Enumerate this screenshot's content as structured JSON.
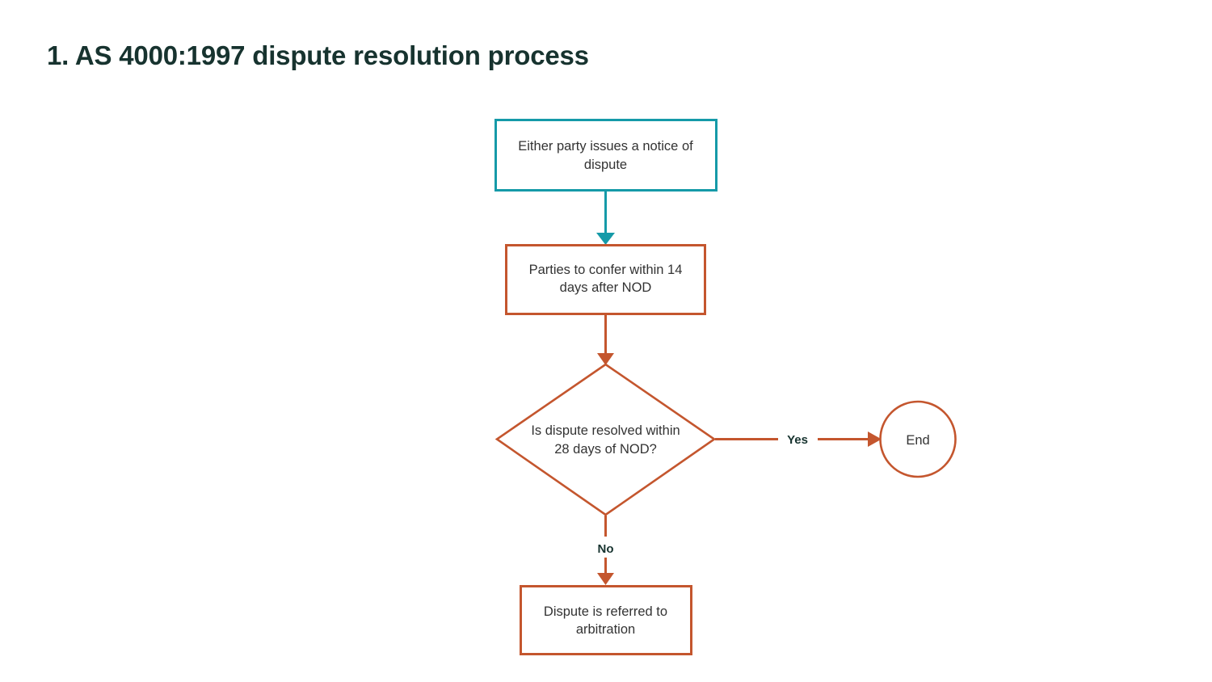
{
  "slide": {
    "title": "1. AS 4000:1997 dispute resolution process",
    "background_color": "#ffffff",
    "title_color": "#17332f"
  },
  "palette": {
    "teal": "#159aa8",
    "orange": "#c4562e",
    "node_text": "#333333",
    "label_text": "#17332f"
  },
  "diagram": {
    "type": "flowchart",
    "orientation": "top-to-bottom",
    "nodes": [
      {
        "id": "start",
        "shape": "rectangle",
        "line1": "Either party issues a notice of",
        "line2": "dispute",
        "border_color": "#159aa8"
      },
      {
        "id": "confer",
        "shape": "rectangle",
        "line1": "Parties to confer within 14",
        "line2": "days after NOD",
        "border_color": "#c4562e"
      },
      {
        "id": "decision",
        "shape": "diamond",
        "line1": "Is dispute resolved within",
        "line2": "28 days of NOD?",
        "border_color": "#c4562e"
      },
      {
        "id": "end",
        "shape": "circle",
        "line1": "End",
        "border_color": "#c4562e"
      },
      {
        "id": "arbitration",
        "shape": "rectangle",
        "line1": "Dispute is referred to",
        "line2": "arbitration",
        "border_color": "#c4562e"
      }
    ],
    "edges": [
      {
        "id": "start-to-confer",
        "from": "start",
        "to": "confer",
        "label": "",
        "color": "#159aa8"
      },
      {
        "id": "confer-to-decision",
        "from": "confer",
        "to": "decision",
        "label": "",
        "color": "#c4562e"
      },
      {
        "id": "decision-to-end",
        "from": "decision",
        "to": "end",
        "label": "Yes",
        "color": "#c4562e"
      },
      {
        "id": "decision-to-arbitration",
        "from": "decision",
        "to": "arbitration",
        "label": "No",
        "color": "#c4562e"
      }
    ]
  }
}
